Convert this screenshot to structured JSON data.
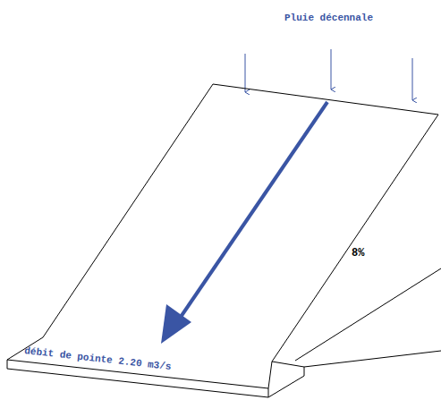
{
  "diagram": {
    "nodes": [
      {
        "text": [
          "débit de pointe 2.20 m3/s"
        ]
      }
    ],
    "labels": [
      "Pluie décennale",
      "8%"
    ]
  }
}
